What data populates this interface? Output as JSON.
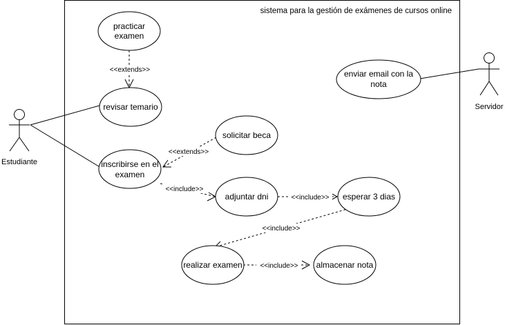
{
  "system": {
    "title": "sistema para la gestión de exámenes de cursos online"
  },
  "actors": {
    "estudiante": {
      "label": "Estudiante"
    },
    "servidor": {
      "label": "Servidor"
    }
  },
  "use_cases": {
    "practicar_examen": {
      "line1": "practicar",
      "line2": "examen"
    },
    "revisar_temario": {
      "label": "revisar temario"
    },
    "inscribirse": {
      "line1": "inscribirse en el",
      "line2": "examen"
    },
    "solicitar_beca": {
      "label": "solicitar beca"
    },
    "adjuntar_dni": {
      "label": "adjuntar dni"
    },
    "esperar_3_dias": {
      "label": "esperar 3 dias"
    },
    "realizar_examen": {
      "label": "realizar examen"
    },
    "almacenar_nota": {
      "label": "almacenar nota"
    },
    "enviar_email": {
      "line1": "enviar email con la",
      "line2": "nota"
    }
  },
  "relationships": {
    "extends_label": "<<extends>>",
    "include_label": "<<include>>"
  },
  "colors": {
    "stroke": "#000000",
    "fill": "#ffffff"
  }
}
